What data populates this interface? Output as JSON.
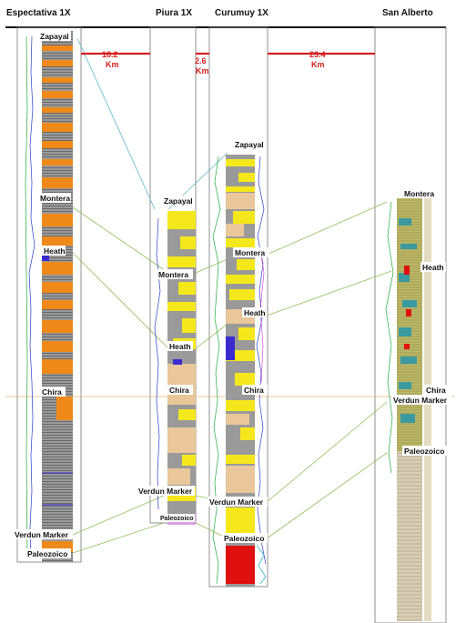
{
  "wells": [
    {
      "id": "espectativa",
      "name": "Espectativa 1X"
    },
    {
      "id": "piura",
      "name": "Piura 1X"
    },
    {
      "id": "curumuy",
      "name": "Curumuy 1X"
    },
    {
      "id": "san_alberto",
      "name": "San Alberto"
    }
  ],
  "distances": [
    {
      "value": "18.2",
      "unit": "Km"
    },
    {
      "value": "2.6",
      "unit": "Km"
    },
    {
      "value": "23.4",
      "unit": "Km"
    }
  ],
  "formations": {
    "espectativa": [
      "Zapayal",
      "Montera",
      "Heath",
      "Chira",
      "Verdun Marker",
      "Paleozoico"
    ],
    "piura": [
      "Zapayal",
      "Montera",
      "Heath",
      "Chira",
      "Verdun Marker",
      "Paleozoico"
    ],
    "curumuy": [
      "Zapayal",
      "Montera",
      "Heath",
      "Chira",
      "Verdun Marker",
      "Paleozoico"
    ],
    "san_alberto": [
      "Montera",
      "Heath",
      "Chira",
      "Verdun Marker",
      "Paleozoico"
    ]
  },
  "colors": {
    "correlation_line": "#8fbf5a",
    "correlation_line_alt": "#5fb6c9",
    "horizon_line": "#f0b070",
    "distance": "#d42020",
    "orange": "#ef8a1a",
    "gray": "#8c8c8c",
    "yellow": "#f4e81c",
    "tan": "#e9c79a",
    "olive": "#bdb86a",
    "red": "#e01010",
    "blue_log": "#2a3cc8",
    "green_log": "#22a83a"
  }
}
